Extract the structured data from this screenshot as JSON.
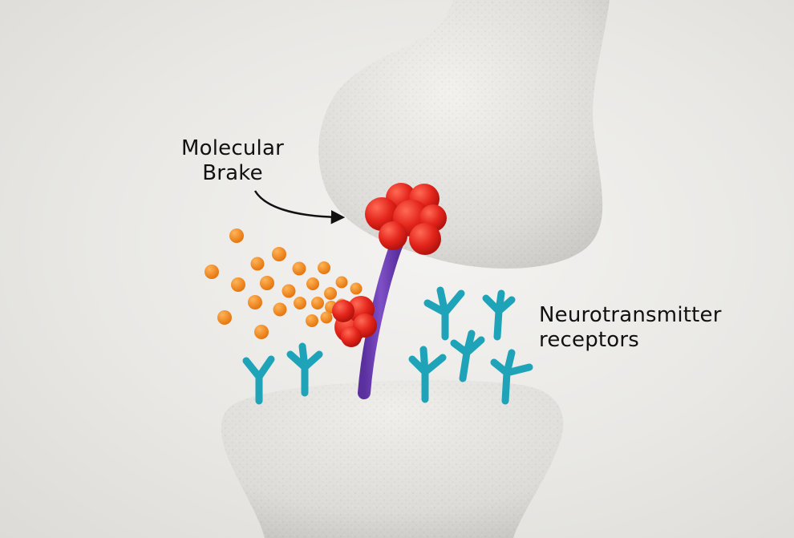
{
  "labels": {
    "brake": {
      "line1": "Molecular",
      "line2": "Brake"
    },
    "receptors": {
      "line1": "Neurotransmitter",
      "line2": "receptors"
    }
  },
  "colors": {
    "background": "#e9e8e5",
    "neuron": "#e4e3df",
    "brake_protein": "#e6261d",
    "stalk": "#6a3fb0",
    "receptor": "#1fa3b8",
    "neurotransmitter": "#f28a1a"
  }
}
